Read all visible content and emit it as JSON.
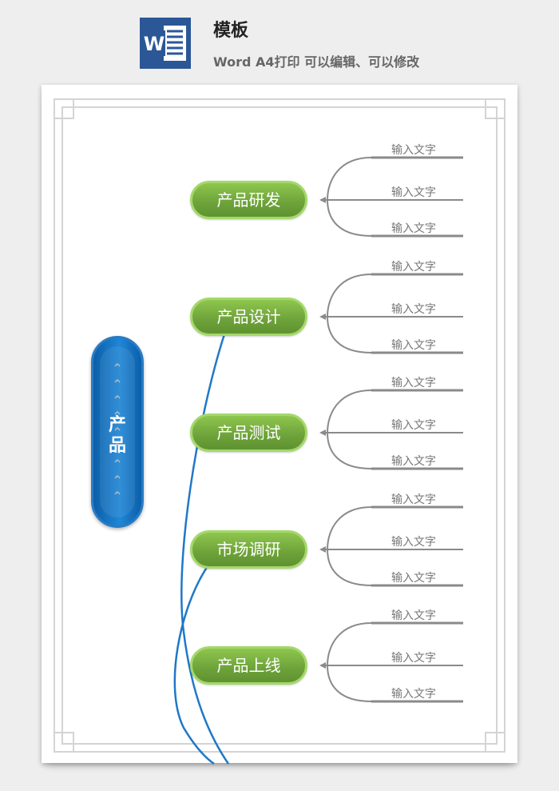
{
  "header": {
    "icon_letter": "W",
    "title": "模板",
    "subtitle": "Word A4打印 可以编辑、可以修改"
  },
  "mindmap": {
    "root": {
      "label": "产品"
    },
    "branches": [
      {
        "label": "产品研发",
        "leaves": [
          "输入文字",
          "输入文字",
          "输入文字"
        ]
      },
      {
        "label": "产品设计",
        "leaves": [
          "输入文字",
          "输入文字",
          "输入文字"
        ]
      },
      {
        "label": "产品测试",
        "leaves": [
          "输入文字",
          "输入文字",
          "输入文字"
        ]
      },
      {
        "label": "市场调研",
        "leaves": [
          "输入文字",
          "输入文字",
          "输入文字"
        ]
      },
      {
        "label": "产品上线",
        "leaves": [
          "输入文字",
          "输入文字",
          "输入文字"
        ]
      }
    ]
  },
  "colors": {
    "root_blue": "#1f6fbf",
    "branch_green": "#78ad42",
    "connector_blue": "#1f78c8",
    "leaf_gray": "#888888"
  }
}
